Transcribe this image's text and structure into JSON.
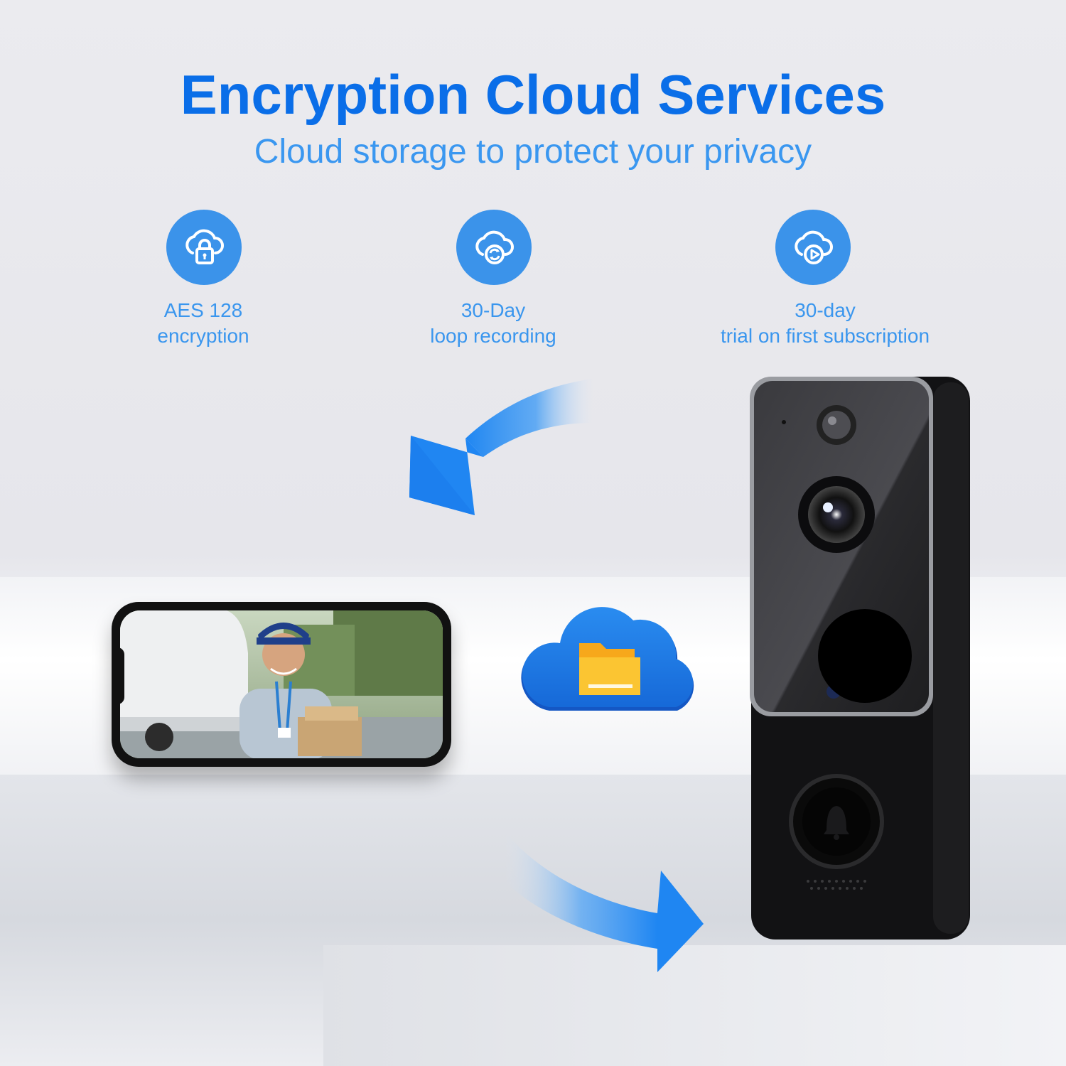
{
  "header": {
    "title": "Encryption Cloud Services",
    "subtitle": "Cloud storage to protect your privacy"
  },
  "features": [
    {
      "icon": "cloud-lock-icon",
      "line1": "AES 128",
      "line2": "encryption"
    },
    {
      "icon": "cloud-loop-icon",
      "line1": "30-Day",
      "line2": "loop recording"
    },
    {
      "icon": "cloud-play-icon",
      "line1": "30-day",
      "line2": "trial on first subscription"
    }
  ],
  "colors": {
    "title": "#0a6ee8",
    "accent": "#3b93ea",
    "arrow": "#2e8cf0",
    "cloud": "#1f7be6",
    "folder": "#f7b51c"
  }
}
